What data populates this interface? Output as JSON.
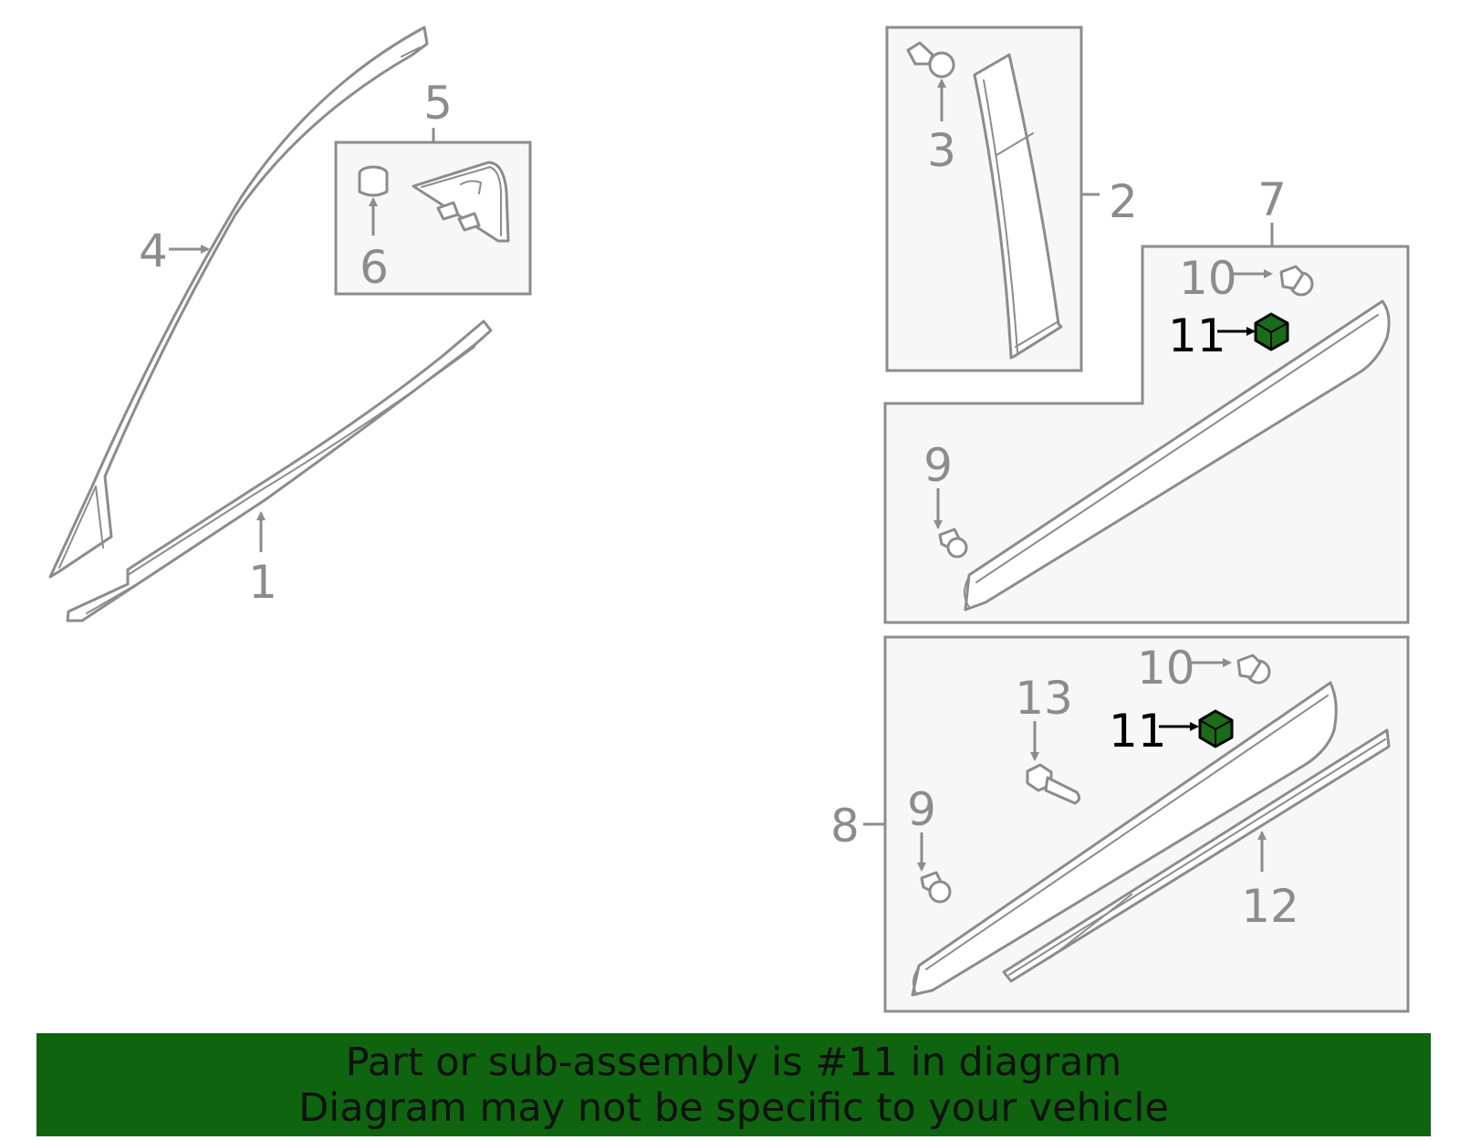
{
  "colors": {
    "banner_bg": "#0f6410",
    "highlight_fill": "#1a6b1a",
    "outline": "#8c8c8c",
    "box_fill": "#f7f7f7"
  },
  "highlighted_part": "11",
  "callouts": {
    "c1": "1",
    "c2": "2",
    "c3": "3",
    "c4": "4",
    "c5": "5",
    "c6": "6",
    "c7": "7",
    "c8": "8",
    "c9a": "9",
    "c9b": "9",
    "c10a": "10",
    "c10b": "10",
    "c11a": "11",
    "c11b": "11",
    "c12": "12",
    "c13": "13"
  },
  "banner": {
    "line1": "Part or sub-assembly is #11 in diagram",
    "line2": "Diagram may not be specific to your vehicle"
  }
}
